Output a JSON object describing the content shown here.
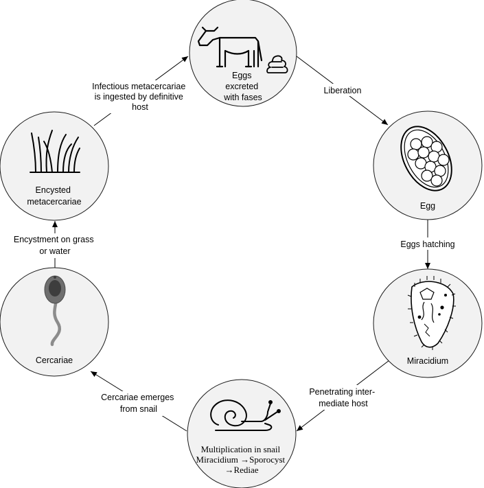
{
  "nodes": {
    "host": {
      "label_lines": [
        "Eggs",
        "excreted",
        "with fases"
      ],
      "icons": [
        "cow-icon",
        "feces-icon"
      ]
    },
    "egg": {
      "label": "Egg",
      "icon": "egg-cluster-icon"
    },
    "miracidium": {
      "label": "Miracidium",
      "icon": "miracidium-icon"
    },
    "snail": {
      "label_lines": [
        "Multiplication in snail",
        "Miracidium →Sporocyst",
        "→Rediae"
      ],
      "icon": "snail-icon"
    },
    "cercariae": {
      "label": "Cercariae",
      "icon": "cercaria-icon"
    },
    "metacercariae": {
      "label_lines": [
        "Encysted",
        "metacercariae"
      ],
      "icon": "grass-icon"
    }
  },
  "edges": {
    "liberation": {
      "label_lines": [
        "Liberation"
      ]
    },
    "hatching": {
      "label_lines": [
        "Eggs hatching"
      ]
    },
    "penetrating": {
      "label_lines": [
        "Penetrating inter-",
        "mediate host"
      ]
    },
    "emerges": {
      "label_lines": [
        "Cercariae emerges",
        "from snail"
      ]
    },
    "encystment": {
      "label_lines": [
        "Encystment on grass",
        "or water"
      ]
    },
    "ingested": {
      "label_lines": [
        "Infectious metacercariae",
        "is ingested by definitive",
        "host"
      ]
    }
  }
}
